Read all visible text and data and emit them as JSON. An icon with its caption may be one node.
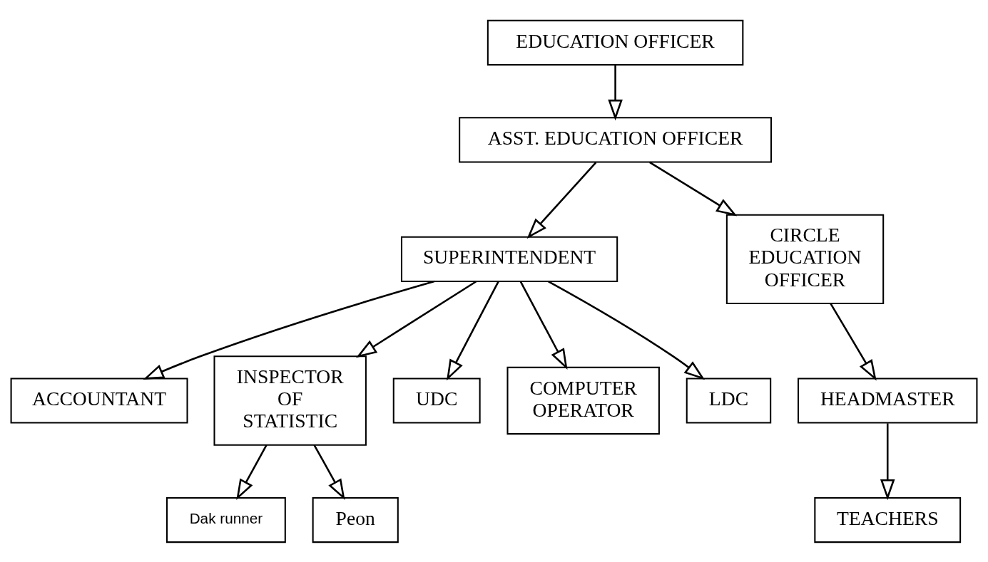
{
  "diagram": {
    "nodes": [
      {
        "text": [
          "EDUCATION OFFICER"
        ]
      },
      {
        "text": [
          "ASST. EDUCATION OFFICER"
        ]
      },
      {
        "text": [
          "SUPERINTENDENT"
        ]
      },
      {
        "text": [
          "CIRCLE EDUCATION OFFICER"
        ]
      },
      {
        "text": [
          "ACCOUNTANT"
        ]
      },
      {
        "text": [
          "INSPECTOR OF STATISTIC"
        ]
      },
      {
        "text": [
          "UDC"
        ]
      },
      {
        "text": [
          "COMPUTER OPERATOR"
        ]
      },
      {
        "text": [
          "LDC"
        ]
      },
      {
        "text": [
          "HEADMASTER"
        ]
      },
      {
        "text": [
          "TEACHERS"
        ]
      },
      {
        "text": [
          "Dak runner"
        ]
      },
      {
        "text": [
          "Peon"
        ]
      }
    ],
    "edges": [
      {
        "from": 0,
        "to": 1,
        "arrow": "to"
      },
      {
        "from": 1,
        "to": 2,
        "arrow": "to"
      },
      {
        "from": 1,
        "to": 3,
        "arrow": "to"
      },
      {
        "from": 2,
        "to": 4,
        "arrow": "to"
      },
      {
        "from": 2,
        "to": 5,
        "arrow": "to"
      },
      {
        "from": 2,
        "to": 6,
        "arrow": "to"
      },
      {
        "from": 2,
        "to": 7,
        "arrow": "to"
      },
      {
        "from": 2,
        "to": 8,
        "arrow": "to"
      },
      {
        "from": 5,
        "to": 11,
        "arrow": "to"
      },
      {
        "from": 5,
        "to": 12,
        "arrow": "to"
      },
      {
        "from": 3,
        "to": 9,
        "arrow": "to"
      },
      {
        "from": 9,
        "to": 10,
        "arrow": "to"
      }
    ]
  }
}
